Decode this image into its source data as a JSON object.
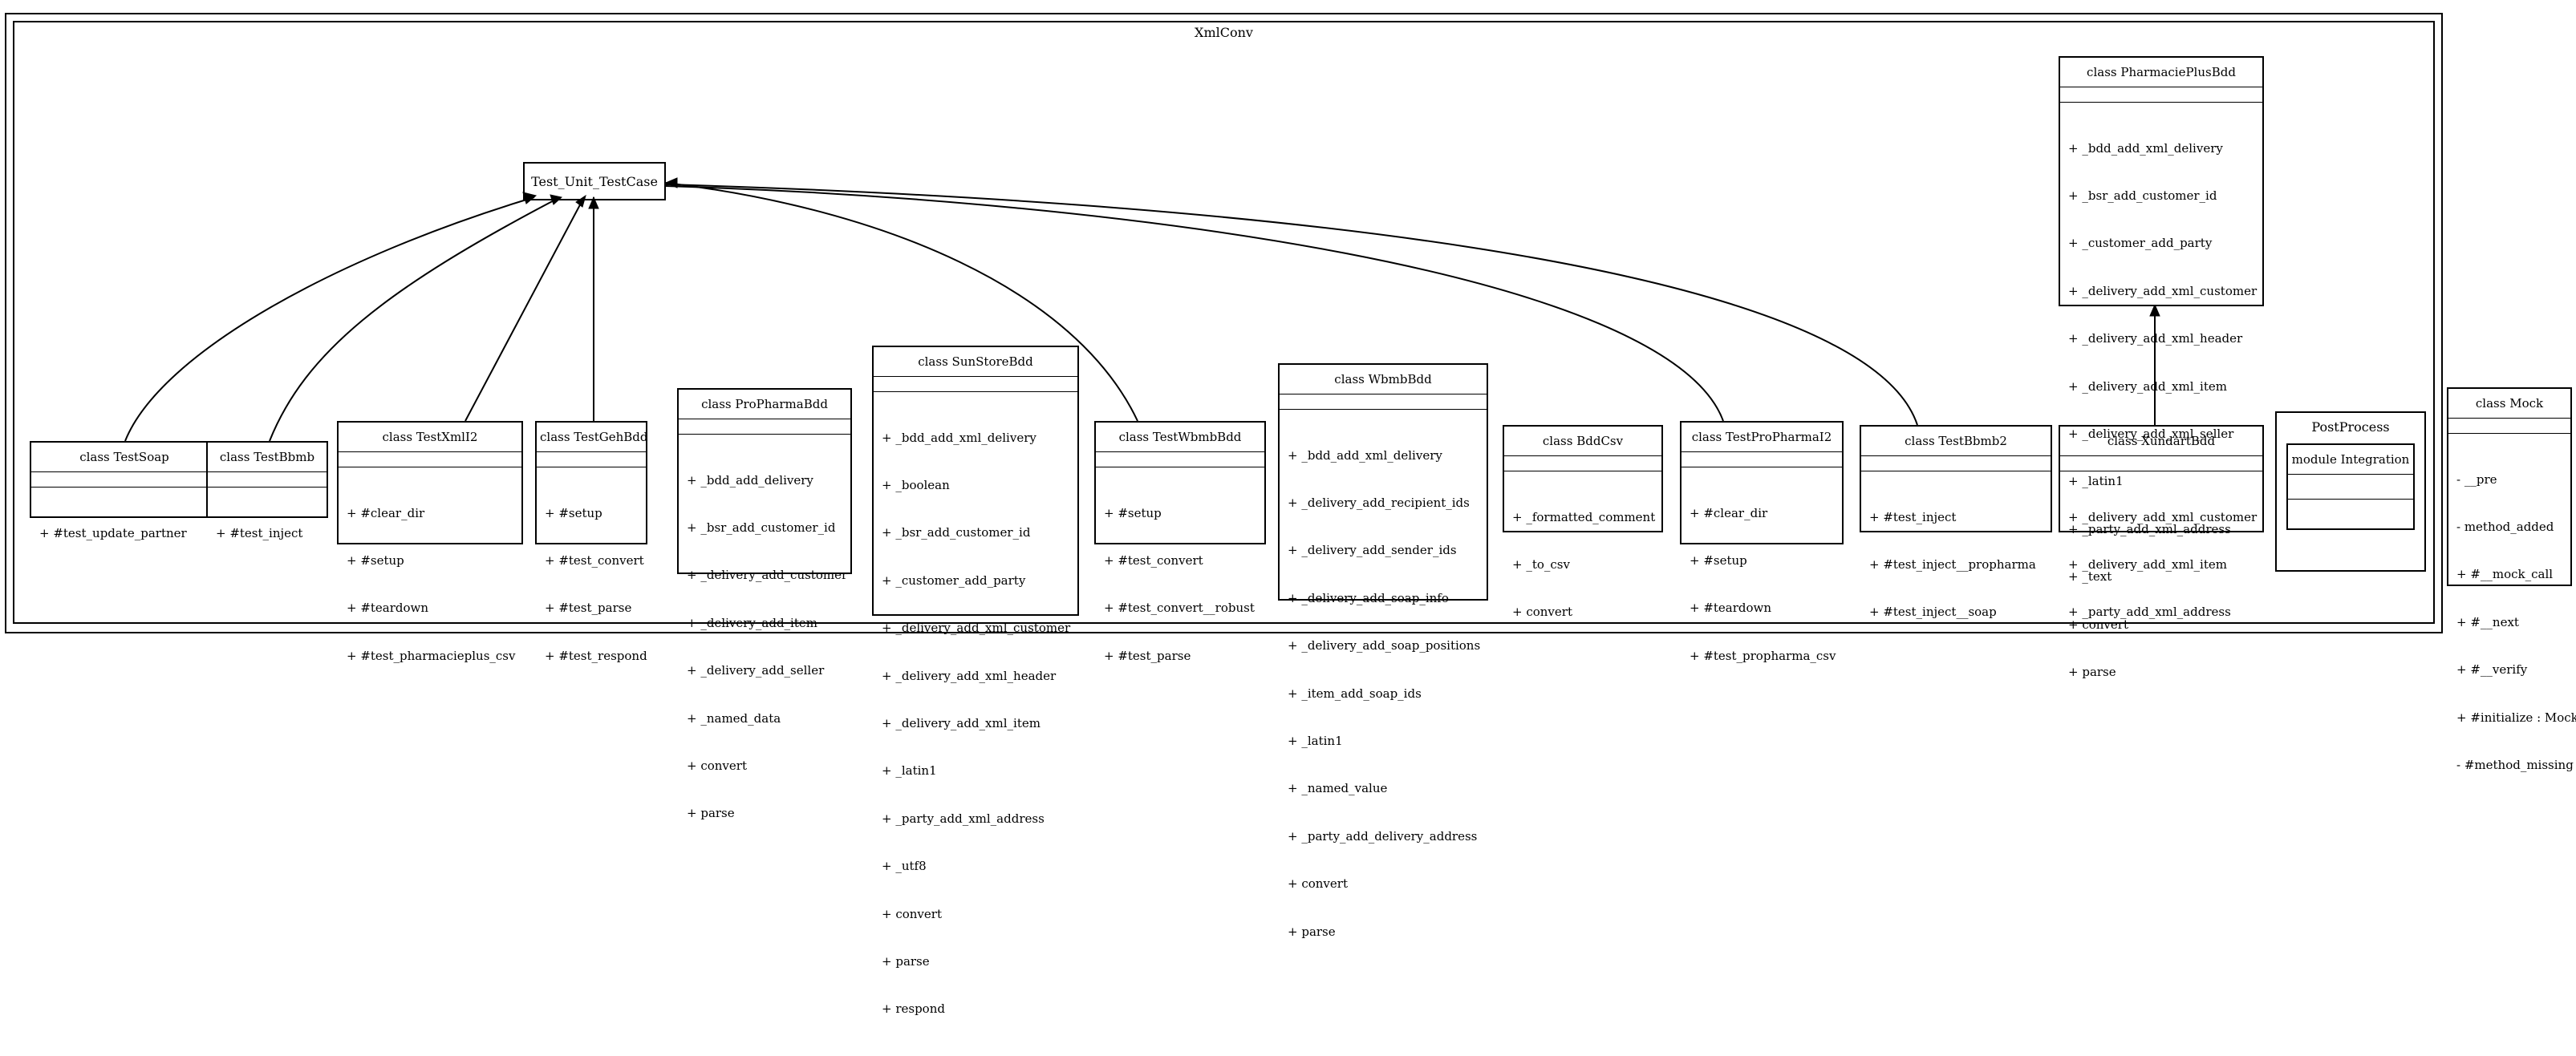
{
  "diagram": {
    "package_title": "XmlConv",
    "base_class": "Test_Unit_TestCase",
    "classes": [
      {
        "id": "test-soap",
        "title": "class TestSoap",
        "members": [
          "+ #test_update_partner"
        ]
      },
      {
        "id": "test-bbmb",
        "title": "class TestBbmb",
        "members": [
          "+ #test_inject"
        ]
      },
      {
        "id": "test-xml-l2",
        "title": "class TestXmlI2",
        "members": [
          "+ #clear_dir",
          "+ #setup",
          "+ #teardown",
          "+ #test_pharmacieplus_csv"
        ]
      },
      {
        "id": "test-geh-bdd",
        "title": "class TestGehBdd",
        "members": [
          "+ #setup",
          "+ #test_convert",
          "+ #test_parse",
          "+ #test_respond"
        ]
      },
      {
        "id": "pro-pharma-bdd",
        "title": "class ProPharmaBdd",
        "members": [
          "+ _bdd_add_delivery",
          "+ _bsr_add_customer_id",
          "+ _delivery_add_customer",
          "+ _delivery_add_item",
          "+ _delivery_add_seller",
          "+ _named_data",
          "+ convert",
          "+ parse"
        ]
      },
      {
        "id": "sun-store-bdd",
        "title": "class SunStoreBdd",
        "members": [
          "+ _bdd_add_xml_delivery",
          "+ _boolean",
          "+ _bsr_add_customer_id",
          "+ _customer_add_party",
          "+ _delivery_add_xml_customer",
          "+ _delivery_add_xml_header",
          "+ _delivery_add_xml_item",
          "+ _latin1",
          "+ _party_add_xml_address",
          "+ _utf8",
          "+ convert",
          "+ parse",
          "+ respond"
        ]
      },
      {
        "id": "test-wbmb-bdd",
        "title": "class TestWbmbBdd",
        "members": [
          "+ #setup",
          "+ #test_convert",
          "+ #test_convert__robust",
          "+ #test_parse"
        ]
      },
      {
        "id": "wbmb-bdd",
        "title": "class WbmbBdd",
        "members": [
          "+ _bdd_add_xml_delivery",
          "+ _delivery_add_recipient_ids",
          "+ _delivery_add_sender_ids",
          "+ _delivery_add_soap_info",
          "+ _delivery_add_soap_positions",
          "+ _item_add_soap_ids",
          "+ _latin1",
          "+ _named_value",
          "+ _party_add_delivery_address",
          "+ convert",
          "+ parse"
        ]
      },
      {
        "id": "bdd-csv",
        "title": "class BddCsv",
        "members": [
          "+ _formatted_comment",
          "+ _to_csv",
          "+ convert"
        ]
      },
      {
        "id": "test-pro-pharma-l2",
        "title": "class TestProPharmaI2",
        "members": [
          "+ #clear_dir",
          "+ #setup",
          "+ #teardown",
          "+ #test_propharma_csv"
        ]
      },
      {
        "id": "test-bbmb2",
        "title": "class TestBbmb2",
        "members": [
          "+ #test_inject",
          "+ #test_inject__propharma",
          "+ #test_inject__soap"
        ]
      },
      {
        "id": "xundart-bdd",
        "title": "class XundartBdd",
        "members": [
          "+ _delivery_add_xml_customer",
          "+ _delivery_add_xml_item",
          "+ _party_add_xml_address"
        ]
      },
      {
        "id": "pharmacie-plus-bdd",
        "title": "class PharmaciePlusBdd",
        "members": [
          "+ _bdd_add_xml_delivery",
          "+ _bsr_add_customer_id",
          "+ _customer_add_party",
          "+ _delivery_add_xml_customer",
          "+ _delivery_add_xml_header",
          "+ _delivery_add_xml_item",
          "+ _delivery_add_xml_seller",
          "+ _latin1",
          "+ _party_add_xml_address",
          "+ _text",
          "+ convert",
          "+ parse"
        ]
      },
      {
        "id": "mock",
        "title": "class Mock",
        "members": [
          "- __pre",
          "- method_added",
          "+ #__mock_call",
          "+ #__next",
          "+ #__verify",
          "+ #initialize : Mock",
          "- #method_missing"
        ]
      }
    ],
    "post_process": {
      "title": "PostProcess",
      "module_title": "module Integration"
    }
  }
}
